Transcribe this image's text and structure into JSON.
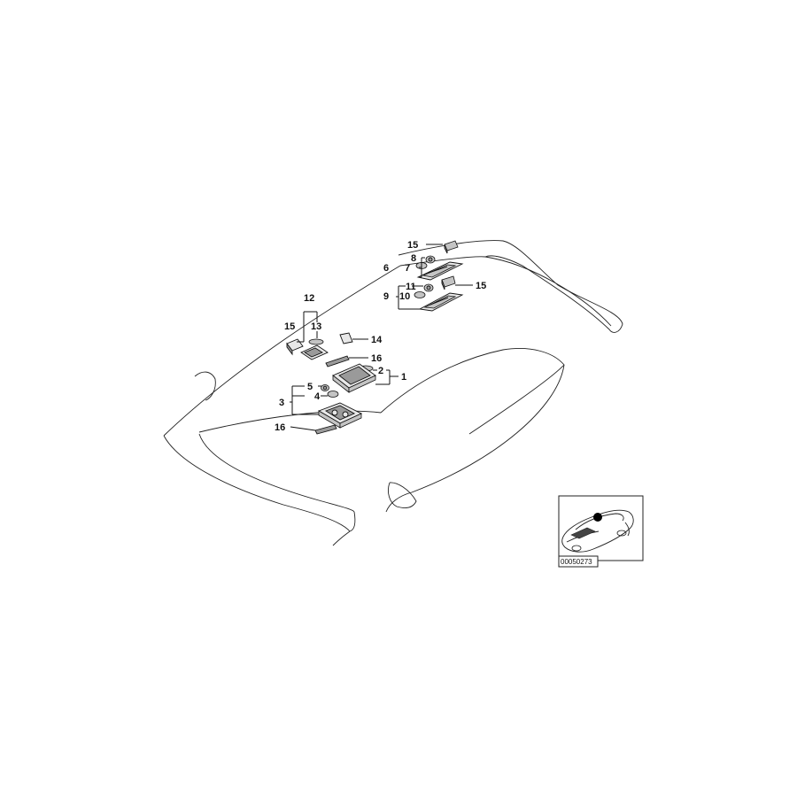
{
  "callouts": {
    "c1": "1",
    "c2": "2",
    "c3": "3",
    "c4": "4",
    "c5": "5",
    "c6": "6",
    "c7": "7",
    "c8": "8",
    "c9": "9",
    "c10": "10",
    "c11": "11",
    "c12": "12",
    "c13": "13",
    "c14": "14",
    "c15a": "15",
    "c15b": "15",
    "c15c": "15",
    "c16a": "16",
    "c16b": "16"
  },
  "inset": {
    "reference_code": "00050273"
  }
}
